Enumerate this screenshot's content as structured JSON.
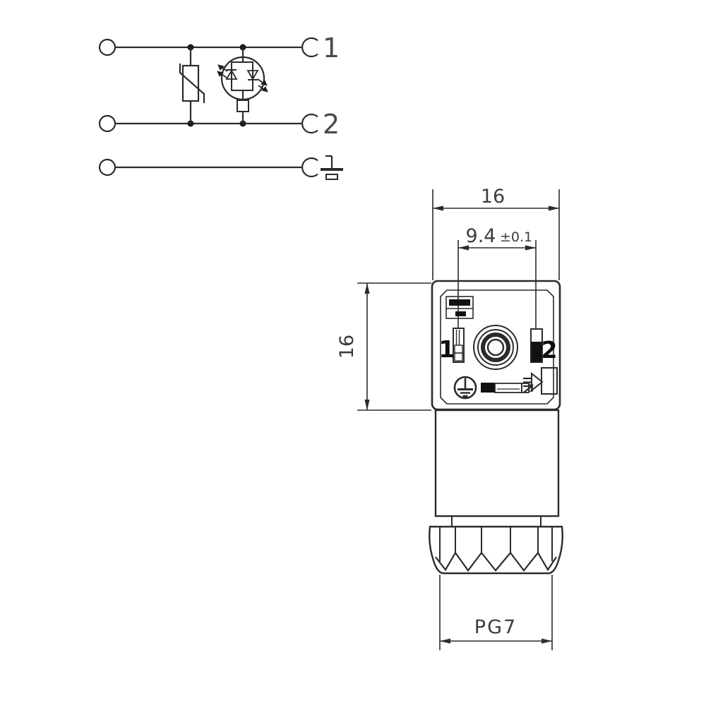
{
  "colors": {
    "background": "#ffffff",
    "line": "#2b2b2b",
    "text": "#3c3c3c",
    "solid_fill": "#111111"
  },
  "schematic": {
    "pin1_label": "1",
    "pin2_label": "2",
    "icons": [
      "terminal-circle",
      "socket-contact-arc",
      "varistor",
      "bidirectional-led-indicator",
      "resistor",
      "earth-ground"
    ]
  },
  "drawing": {
    "dim_top_width": "16",
    "dim_pin_spacing_value": "9.4",
    "dim_pin_spacing_tolerance": "±0.1",
    "dim_side_height": "16",
    "dim_cable_gland": "PG7",
    "face_pin1_label": "1",
    "face_pin2_label": "2",
    "icons": [
      "logo-plate",
      "pin1-slot",
      "pin2-slot",
      "center-bore",
      "protective-earth-symbol",
      "bottom-slot",
      "cable-entry-arrow",
      "keyway-notch",
      "gland-nut-teeth"
    ]
  }
}
